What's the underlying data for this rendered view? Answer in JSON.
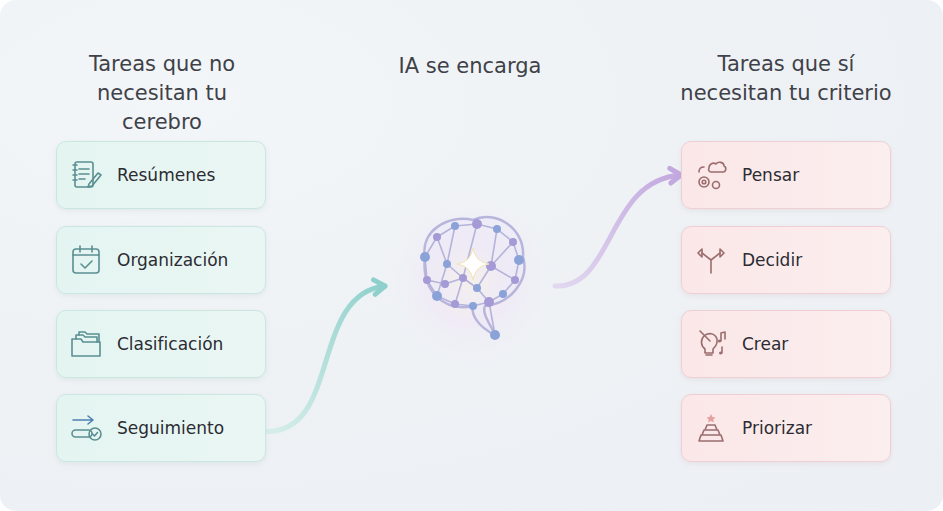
{
  "diagram": {
    "nodes": [
      {
        "text": [
          "Resúmenes"
        ]
      },
      {
        "text": [
          "Organización"
        ]
      },
      {
        "text": [
          "Clasificación"
        ]
      },
      {
        "text": [
          "Seguimiento"
        ]
      },
      {
        "text": [
          "IA se encarga"
        ]
      },
      {
        "text": [
          "Pensar"
        ]
      },
      {
        "text": [
          "Decidir"
        ]
      },
      {
        "text": [
          "Crear"
        ]
      },
      {
        "text": [
          "Priorizar"
        ]
      }
    ],
    "edges": [
      {
        "from": 3,
        "to": 4,
        "arrow": "to"
      },
      {
        "from": 4,
        "to": 5,
        "arrow": "to"
      }
    ],
    "labels": [
      "Tareas que no necesitan tu cerebro",
      "Tareas que sí necesitan tu criterio"
    ]
  }
}
